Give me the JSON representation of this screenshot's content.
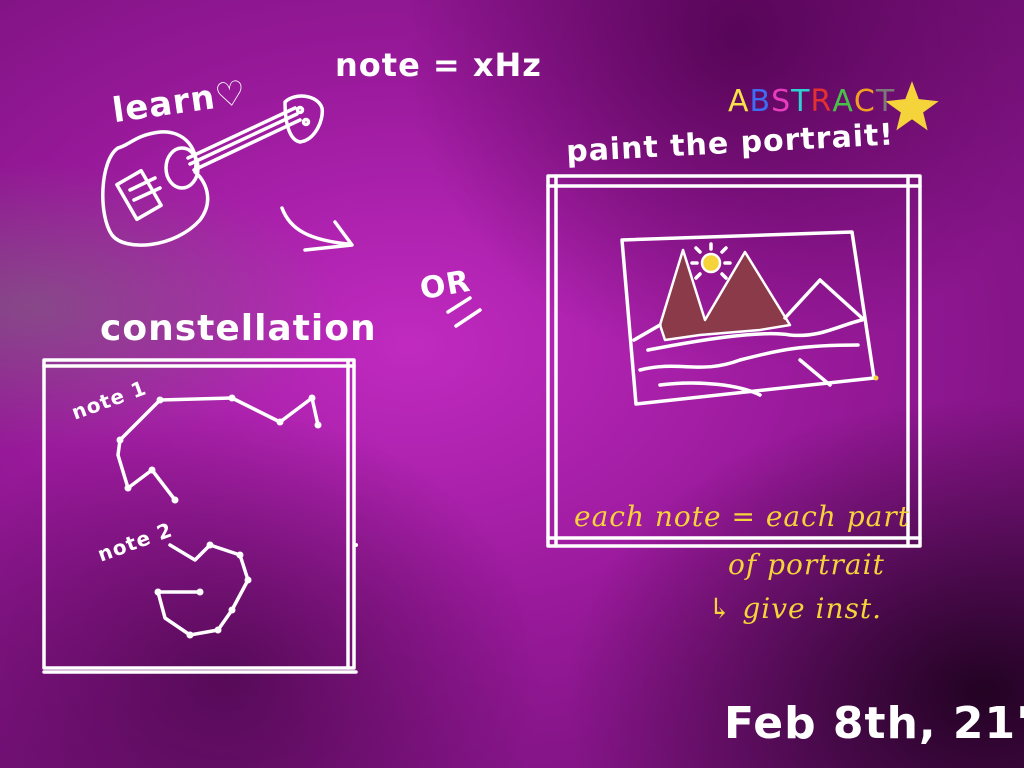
{
  "texts": {
    "learn": "learn♡",
    "note_freq": "note = xHz",
    "constellation": "constellation",
    "or": "OR",
    "note1": "note 1",
    "note2": "note 2",
    "paint": "paint the portrait!",
    "each_note": "each note = each part",
    "of_portrait": "of portrait",
    "give_inst": "↳ give inst.",
    "date": "Feb 8th, 21'"
  },
  "abstract_letters": [
    {
      "ch": "A",
      "color": "#f7e24a"
    },
    {
      "ch": "B",
      "color": "#3d6df2"
    },
    {
      "ch": "S",
      "color": "#e83cbf"
    },
    {
      "ch": "T",
      "color": "#2fd0d0"
    },
    {
      "ch": "R",
      "color": "#e33030"
    },
    {
      "ch": "A",
      "color": "#49c04a"
    },
    {
      "ch": "C",
      "color": "#f0a020"
    },
    {
      "ch": "T",
      "color": "#7a7a7a"
    }
  ],
  "colors": {
    "ink": "#ffffff",
    "note_ink": "#f5d33a",
    "mountain": "#8b3a4a",
    "sun": "#f5d33a",
    "star": "#f5d33a"
  }
}
